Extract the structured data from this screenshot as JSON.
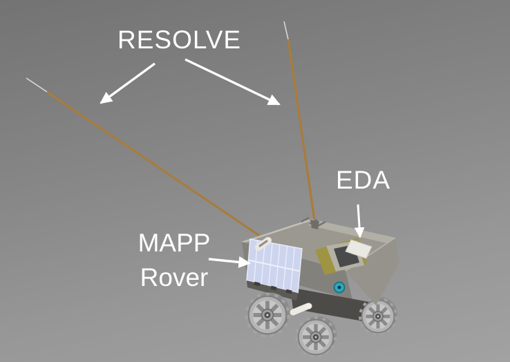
{
  "figure": {
    "type": "annotated-illustration",
    "subject": "MAPP rover carrying RESOLVE antennas and EDA payload",
    "labels": {
      "resolve": "RESOLVE",
      "eda": "EDA",
      "mapp_line1": "MAPP",
      "mapp_line2": "Rover"
    },
    "background": {
      "gradient_top": "#737373",
      "gradient_bottom": "#a2a2a2"
    },
    "colors": {
      "label_text": "#ffffff",
      "arrow": "#ffffff",
      "antenna_copper": "#a87c3e",
      "antenna_tip": "#d8d8d8",
      "deck": "#9b988f",
      "deck_rim": "#b2afa6",
      "body_side": "#96938c",
      "body_front": "#83817b",
      "chassis": "#4c4b47",
      "window_rim_olive": "#9f9441",
      "window_frame": "#b4b1a7",
      "window_glass": "#494a4a",
      "eda_panel": "#eae8e2",
      "solar_panel": "#cdd4ee",
      "solar_panel_grid": "#eef1fa",
      "panel_ledge": "#5c5a56",
      "instrument_teal": "#2fa9ba",
      "bracket_white": "#e9e7e0",
      "axle_white": "#eceae4",
      "wheel_face": "#c7c7c7",
      "wheel_tire": "#b4b4b4",
      "wheel_hub": "#4b4b4b"
    }
  }
}
